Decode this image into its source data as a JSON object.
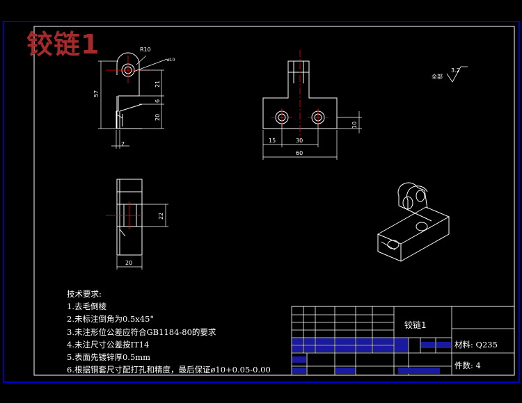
{
  "title": "铰链1",
  "tech_requirements": {
    "heading": "技术要求:",
    "items": [
      "1.去毛倒棱",
      "2.未标注倒角为0.5x45°",
      "3.未注形位公差应符合GB1184-80的要求",
      "4.未注尺寸公差按IT14",
      "5.表面先镀锌厚0.5mm",
      "6.根据铜套尺寸配打孔和精度，最后保证ø10+0.05-0.00"
    ]
  },
  "title_block": {
    "part_name": "铰链1",
    "material": "材料: Q235",
    "quantity": "件数: 4"
  },
  "dimensions": {
    "front": {
      "radius": "R10",
      "hole": "ø10",
      "height": "57",
      "d21": "21",
      "d6": "6",
      "d20": "20",
      "d7": "7"
    },
    "side": {
      "d15": "15",
      "d30": "30",
      "d60": "60",
      "d10": "10"
    },
    "bottom": {
      "d22": "22",
      "d20": "20"
    }
  },
  "roughness": {
    "label": "全部",
    "value": "3.2"
  },
  "colors": {
    "background": "#000000",
    "frame": "#0000ff",
    "lines": "#ffffff",
    "center": "#ff0000",
    "title": "#a52a2a",
    "dims": "#ffffff"
  }
}
